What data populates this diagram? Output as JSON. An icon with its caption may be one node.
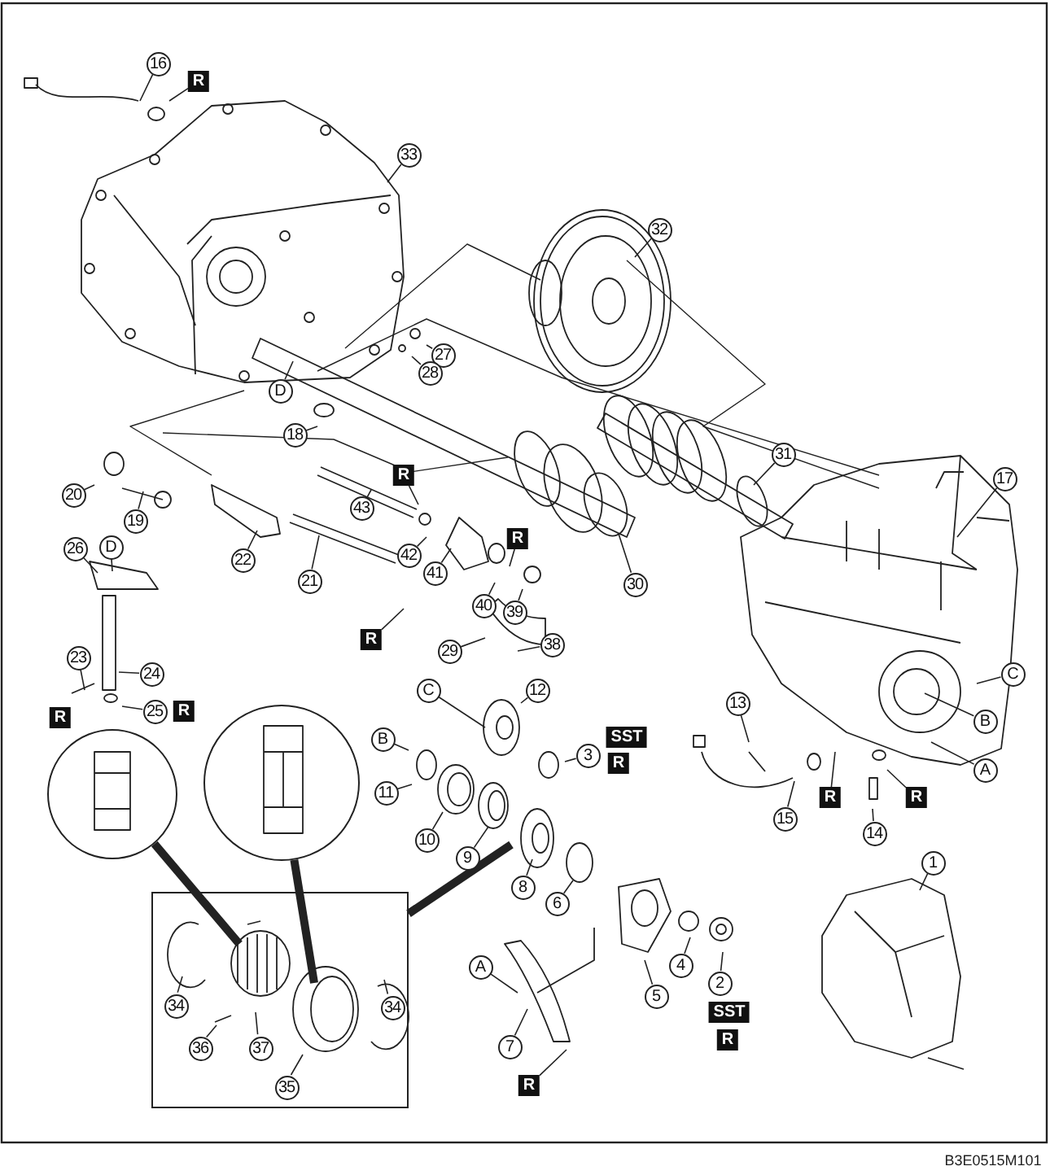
{
  "diagram": {
    "nodes": [
      {
        "text": [
          "16"
        ]
      },
      {
        "text": [
          "R"
        ]
      },
      {
        "text": [
          "33"
        ]
      },
      {
        "text": [
          "32"
        ]
      },
      {
        "text": [
          "27"
        ]
      },
      {
        "text": [
          "28"
        ]
      },
      {
        "text": [
          "D"
        ]
      },
      {
        "text": [
          "18"
        ]
      },
      {
        "text": [
          "20"
        ]
      },
      {
        "text": [
          "19"
        ]
      },
      {
        "text": [
          "22"
        ]
      },
      {
        "text": [
          "21"
        ]
      },
      {
        "text": [
          "43"
        ]
      },
      {
        "text": [
          "R"
        ]
      },
      {
        "text": [
          "42"
        ]
      },
      {
        "text": [
          "41"
        ]
      },
      {
        "text": [
          "R"
        ]
      },
      {
        "text": [
          "26"
        ]
      },
      {
        "text": [
          "D"
        ]
      },
      {
        "text": [
          "40"
        ]
      },
      {
        "text": [
          "39"
        ]
      },
      {
        "text": [
          "29"
        ]
      },
      {
        "text": [
          "R"
        ]
      },
      {
        "text": [
          "30"
        ]
      },
      {
        "text": [
          "31"
        ]
      },
      {
        "text": [
          "38"
        ]
      },
      {
        "text": [
          "17"
        ]
      },
      {
        "text": [
          "C"
        ]
      },
      {
        "text": [
          "B"
        ]
      },
      {
        "text": [
          "A"
        ]
      },
      {
        "text": [
          "13"
        ]
      },
      {
        "text": [
          "23"
        ]
      },
      {
        "text": [
          "24"
        ]
      },
      {
        "text": [
          "25"
        ]
      },
      {
        "text": [
          "C"
        ]
      },
      {
        "text": [
          "12"
        ]
      },
      {
        "text": [
          "3"
        ]
      },
      {
        "text": [
          "B"
        ]
      },
      {
        "text": [
          "11"
        ]
      },
      {
        "text": [
          "15"
        ]
      },
      {
        "text": [
          "R"
        ]
      },
      {
        "text": [
          "R"
        ]
      },
      {
        "text": [
          "14"
        ]
      },
      {
        "text": [
          "10"
        ]
      },
      {
        "text": [
          "9"
        ]
      },
      {
        "text": [
          "8"
        ]
      },
      {
        "text": [
          "6"
        ]
      },
      {
        "text": [
          "1"
        ]
      },
      {
        "text": [
          "A"
        ]
      },
      {
        "text": [
          "5"
        ]
      },
      {
        "text": [
          "4"
        ]
      },
      {
        "text": [
          "2"
        ]
      },
      {
        "text": [
          "7"
        ]
      },
      {
        "text": [
          "R"
        ]
      },
      {
        "text": [],
        "shape": "circle"
      },
      {
        "text": [],
        "shape": "circle"
      },
      {
        "text": [],
        "shape": "box"
      },
      {
        "text": [
          "34"
        ],
        "in": 56
      },
      {
        "text": [
          "37"
        ],
        "in": 56
      },
      {
        "text": [
          "36"
        ],
        "in": 56
      },
      {
        "text": [
          "35"
        ],
        "in": 56
      },
      {
        "text": [
          "34"
        ],
        "in": 56
      },
      {
        "text": [
          "R"
        ]
      },
      {
        "text": [
          "R"
        ]
      },
      {
        "text": [
          "SST"
        ]
      },
      {
        "text": [
          "R"
        ]
      },
      {
        "text": [
          "SST"
        ]
      },
      {
        "text": [
          "R"
        ]
      }
    ],
    "edges": [
      {
        "from": 0,
        "to": null,
        "arrow": "none"
      },
      {
        "from": 1,
        "to": null,
        "arrow": "none"
      },
      {
        "from": 2,
        "to": null,
        "arrow": "none"
      },
      {
        "from": 3,
        "to": null,
        "arrow": "none"
      },
      {
        "from": 4,
        "to": null,
        "arrow": "none"
      },
      {
        "from": 5,
        "to": null,
        "arrow": "none"
      },
      {
        "from": 6,
        "to": null,
        "arrow": "none"
      },
      {
        "from": 7,
        "to": null,
        "arrow": "none"
      },
      {
        "from": 8,
        "to": null,
        "arrow": "none"
      },
      {
        "from": 9,
        "to": null,
        "arrow": "none"
      },
      {
        "from": 10,
        "to": null,
        "arrow": "none"
      },
      {
        "from": 11,
        "to": null,
        "arrow": "none"
      },
      {
        "from": 12,
        "to": null,
        "arrow": "none"
      },
      {
        "from": 13,
        "to": null,
        "arrow": "none"
      },
      {
        "from": 14,
        "to": null,
        "arrow": "none"
      },
      {
        "from": 15,
        "to": null,
        "arrow": "none"
      },
      {
        "from": 16,
        "to": null,
        "arrow": "none"
      },
      {
        "from": 17,
        "to": null,
        "arrow": "none"
      },
      {
        "from": 18,
        "to": null,
        "arrow": "none"
      },
      {
        "from": 19,
        "to": null,
        "arrow": "none"
      },
      {
        "from": 20,
        "to": null,
        "arrow": "none"
      },
      {
        "from": 21,
        "to": null,
        "arrow": "none"
      },
      {
        "from": 22,
        "to": null,
        "arrow": "none"
      },
      {
        "from": 23,
        "to": null,
        "arrow": "none"
      },
      {
        "from": 24,
        "to": null,
        "arrow": "none"
      },
      {
        "from": 25,
        "to": null,
        "arrow": "none"
      },
      {
        "from": 26,
        "to": null,
        "arrow": "none"
      },
      {
        "from": 27,
        "to": null,
        "arrow": "none"
      },
      {
        "from": 28,
        "to": null,
        "arrow": "none"
      },
      {
        "from": 29,
        "to": null,
        "arrow": "none"
      },
      {
        "from": 30,
        "to": null,
        "arrow": "none"
      },
      {
        "from": 31,
        "to": null,
        "arrow": "none"
      },
      {
        "from": 32,
        "to": null,
        "arrow": "none"
      },
      {
        "from": 33,
        "to": null,
        "arrow": "none"
      },
      {
        "from": 34,
        "to": null,
        "arrow": "none"
      },
      {
        "from": 35,
        "to": null,
        "arrow": "none"
      },
      {
        "from": 36,
        "to": null,
        "arrow": "none"
      },
      {
        "from": 37,
        "to": null,
        "arrow": "none"
      },
      {
        "from": 38,
        "to": null,
        "arrow": "none"
      },
      {
        "from": 39,
        "to": null,
        "arrow": "none"
      },
      {
        "from": 40,
        "to": null,
        "arrow": "none"
      },
      {
        "from": 41,
        "to": null,
        "arrow": "none"
      },
      {
        "from": 42,
        "to": null,
        "arrow": "none"
      },
      {
        "from": 43,
        "to": null,
        "arrow": "none"
      },
      {
        "from": 44,
        "to": null,
        "arrow": "none"
      },
      {
        "from": 45,
        "to": null,
        "arrow": "none"
      },
      {
        "from": 46,
        "to": null,
        "arrow": "none"
      },
      {
        "from": 47,
        "to": null,
        "arrow": "none"
      },
      {
        "from": 48,
        "to": null,
        "arrow": "none"
      },
      {
        "from": 49,
        "to": null,
        "arrow": "none"
      },
      {
        "from": 50,
        "to": null,
        "arrow": "none"
      },
      {
        "from": 51,
        "to": null,
        "arrow": "none"
      },
      {
        "from": 52,
        "to": null,
        "arrow": "none"
      },
      {
        "from": 53,
        "to": null,
        "arrow": "none"
      },
      {
        "from": 54,
        "to": null,
        "arrow": "none",
        "style": "thick"
      },
      {
        "from": 55,
        "to": null,
        "arrow": "none",
        "style": "thick"
      },
      {
        "from": 56,
        "to": null,
        "arrow": "none",
        "style": "thick"
      },
      {
        "from": 57,
        "to": null,
        "arrow": "none"
      },
      {
        "from": 58,
        "to": null,
        "arrow": "none"
      },
      {
        "from": 59,
        "to": null,
        "arrow": "none"
      },
      {
        "from": 60,
        "to": null,
        "arrow": "none"
      },
      {
        "from": 61,
        "to": null,
        "arrow": "none"
      }
    ],
    "labels": [
      "B3E0515M101"
    ]
  }
}
